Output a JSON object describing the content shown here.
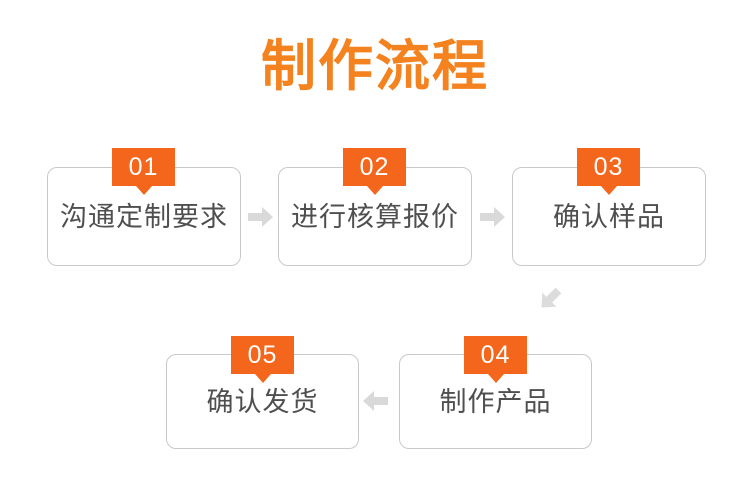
{
  "page": {
    "title": "制作流程",
    "background_color": "#ffffff",
    "accent_color": "#f4661b",
    "title_color": "#f4821f",
    "box_border_color": "#c9c9c9",
    "box_text_color": "#4f4f4f",
    "arrow_color": "#d6d6d6"
  },
  "flow": {
    "steps": [
      {
        "number": "01",
        "label": "沟通定制要求"
      },
      {
        "number": "02",
        "label": "进行核算报价"
      },
      {
        "number": "03",
        "label": "确认样品"
      },
      {
        "number": "04",
        "label": "制作产品"
      },
      {
        "number": "05",
        "label": "确认发货"
      }
    ],
    "connectors": [
      {
        "from": "01",
        "to": "02",
        "direction": "right"
      },
      {
        "from": "02",
        "to": "03",
        "direction": "right"
      },
      {
        "from": "03",
        "to": "04",
        "direction": "down-left"
      },
      {
        "from": "04",
        "to": "05",
        "direction": "left"
      }
    ]
  }
}
